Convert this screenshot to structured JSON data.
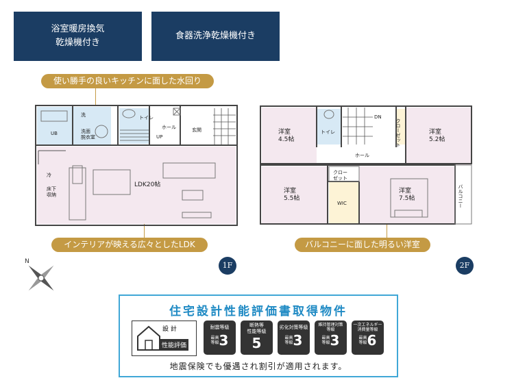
{
  "features": [
    {
      "label": "浴室暖房換気\n乾燥機付き"
    },
    {
      "label": "食器洗浄乾燥機付き"
    }
  ],
  "callouts": {
    "kitchen": "使い勝手の良いキッチンに面した水回り",
    "ldk": "インテリアが映える広々としたLDK",
    "balcony": "バルコニーに面した明るい洋室"
  },
  "floor1": {
    "badge": "1F",
    "rooms": {
      "ub": "UB",
      "washroom": "洗面\n脱衣室",
      "wash_machine": "洗",
      "toilet": "トイレ",
      "hall": "ホール",
      "up": "UP",
      "entrance": "玄関",
      "ldk": "LDK20帖",
      "storage": "床下\n収納",
      "fridge": "冷"
    }
  },
  "floor2": {
    "badge": "2F",
    "rooms": {
      "room1": "洋室\n4.5帖",
      "toilet": "トイレ",
      "dn": "DN",
      "closet1": "クローゼット",
      "room2": "洋室\n5.2帖",
      "hall": "ホール",
      "closet2": "クロー\nゼット",
      "room3": "洋室\n5.5帖",
      "wic": "WIC",
      "room4": "洋室\n7.5帖",
      "balcony": "バルコニー"
    }
  },
  "compass": "N",
  "performance": {
    "title": "住宅設計性能評価書取得物件",
    "logo_top": "設 計",
    "logo_bottom": "性能評価",
    "footer": "地震保険でも優遇され割引が適用されます。",
    "badges": [
      {
        "name": "耐震等級",
        "sub": "最高\n等級",
        "value": "3"
      },
      {
        "name": "断熱等\n性能等級",
        "sub": "",
        "value": "5"
      },
      {
        "name": "劣化対策等級",
        "sub": "最高\n等級",
        "value": "3"
      },
      {
        "name": "維持管理対策\n等級",
        "sub": "最高\n等級",
        "value": "3"
      },
      {
        "name": "一次エネルギー\n消費量等級",
        "sub": "最高\n等級",
        "value": "6"
      }
    ]
  },
  "colors": {
    "navy": "#1b3d63",
    "gold": "#c49a44",
    "room_pink": "#f4e8ef",
    "wet_blue": "#d7e9f5",
    "perf_blue": "#1f8ac4"
  }
}
